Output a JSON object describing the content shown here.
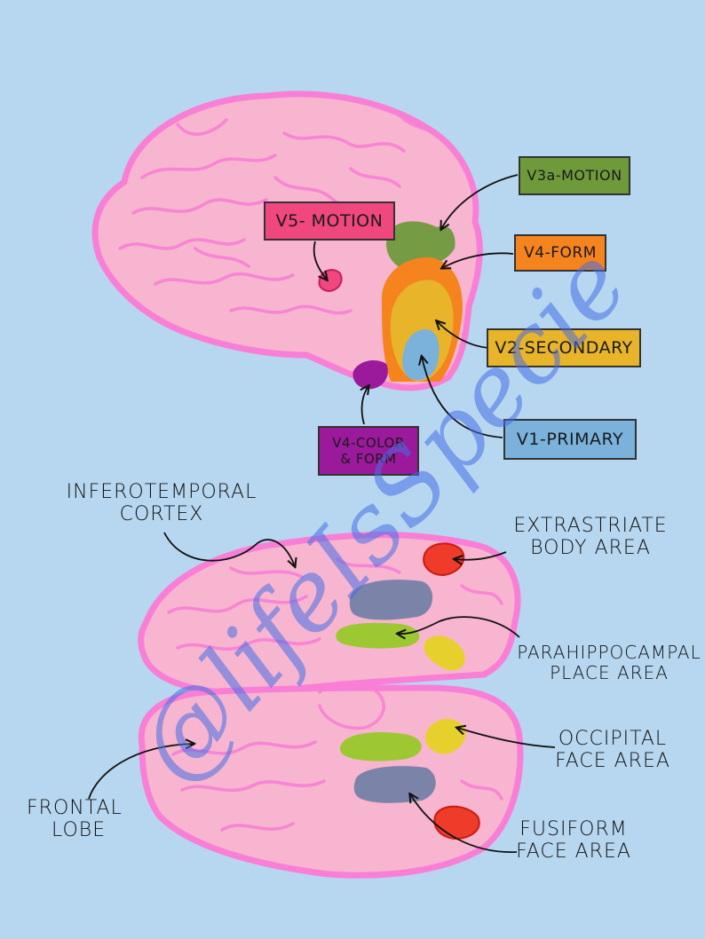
{
  "top_labels": {
    "v5": "V5- MOTION",
    "v3a": "V3a-MOTION",
    "v4form": "V4-FORM",
    "v2": "V2-SECONDARY",
    "v1": "V1-PRIMARY",
    "v4color_line1": "V4-COLOR",
    "v4color_line2": "& FORM"
  },
  "bottom_labels": {
    "inferotemporal_line1": "INFEROTEMPORAL",
    "inferotemporal_line2": "CORTEX",
    "extrastriate_line1": "EXTRASTRIATE",
    "extrastriate_line2": "BODY AREA",
    "parahippocampal_line1": "PARAHIPPOCAMPAL",
    "parahippocampal_line2": "PLACE AREA",
    "occipital_line1": "OCCIPITAL",
    "occipital_line2": "FACE AREA",
    "fusiform_line1": "FUSIFORM",
    "fusiform_line2": "FACE AREA",
    "frontal_line1": "FRONTAL",
    "frontal_line2": "LOBE"
  },
  "watermark": "@lifeIsSpecie",
  "colors": {
    "background": "#b7d7f0",
    "brain_fill": "#f7b5cf",
    "brain_outline": "#f97fd6",
    "v5": "#f0477f",
    "v3a": "#6e9a3c",
    "v4form": "#f5841f",
    "v2": "#e8b42a",
    "v1": "#7ab2dc",
    "v4color": "#9b1a9b",
    "extrastriate": "#ee3b2a",
    "fusiform_gray": "#7b84a8",
    "green_area": "#9dc832",
    "yellow_area": "#e6d12c"
  }
}
